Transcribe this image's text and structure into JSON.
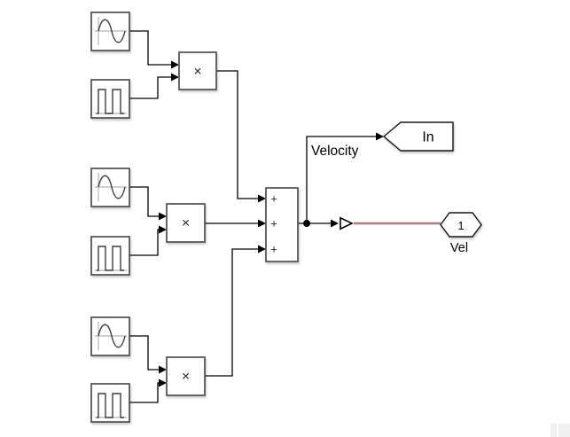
{
  "diagram": {
    "type": "simulink-block-diagram",
    "colors": {
      "background": "#ffffff",
      "wire": "#000000",
      "block_border": "#4f4f4f",
      "block_fill": "#ffffff",
      "icon_stroke": "#3d3d3d",
      "icon_axis": "#b3b3b3",
      "signal_line_outer": "#d9bcbc",
      "signal_line_core": "#8d6060"
    },
    "labels": {
      "product_symbol": "×",
      "sum_inputs": [
        "+",
        "+",
        "+"
      ],
      "goto_tag": "In",
      "signal_name": "Velocity",
      "outport_number": "1",
      "outport_name": "Vel"
    },
    "nodes": [
      {
        "id": "sine1",
        "type": "sine-wave-source"
      },
      {
        "id": "pulse1",
        "type": "pulse-generator-source"
      },
      {
        "id": "product1",
        "type": "product"
      },
      {
        "id": "sine2",
        "type": "sine-wave-source"
      },
      {
        "id": "pulse2",
        "type": "pulse-generator-source"
      },
      {
        "id": "product2",
        "type": "product"
      },
      {
        "id": "sine3",
        "type": "sine-wave-source"
      },
      {
        "id": "pulse3",
        "type": "pulse-generator-source"
      },
      {
        "id": "product3",
        "type": "product"
      },
      {
        "id": "sum",
        "type": "sum-3-inputs"
      },
      {
        "id": "goto_in",
        "type": "tag",
        "label": "In"
      },
      {
        "id": "outport",
        "type": "output-port",
        "number": "1",
        "name": "Vel"
      }
    ],
    "connections": [
      {
        "from": "sine1",
        "to": "product1.in1"
      },
      {
        "from": "pulse1",
        "to": "product1.in2"
      },
      {
        "from": "sine2",
        "to": "product2.in1"
      },
      {
        "from": "pulse2",
        "to": "product2.in2"
      },
      {
        "from": "sine3",
        "to": "product3.in1"
      },
      {
        "from": "pulse3",
        "to": "product3.in2"
      },
      {
        "from": "product1",
        "to": "sum.in1"
      },
      {
        "from": "product2",
        "to": "sum.in2"
      },
      {
        "from": "product3",
        "to": "sum.in3"
      },
      {
        "from": "sum",
        "to": "goto_in",
        "label": "Velocity"
      },
      {
        "from": "sum",
        "to": "outport"
      }
    ]
  }
}
